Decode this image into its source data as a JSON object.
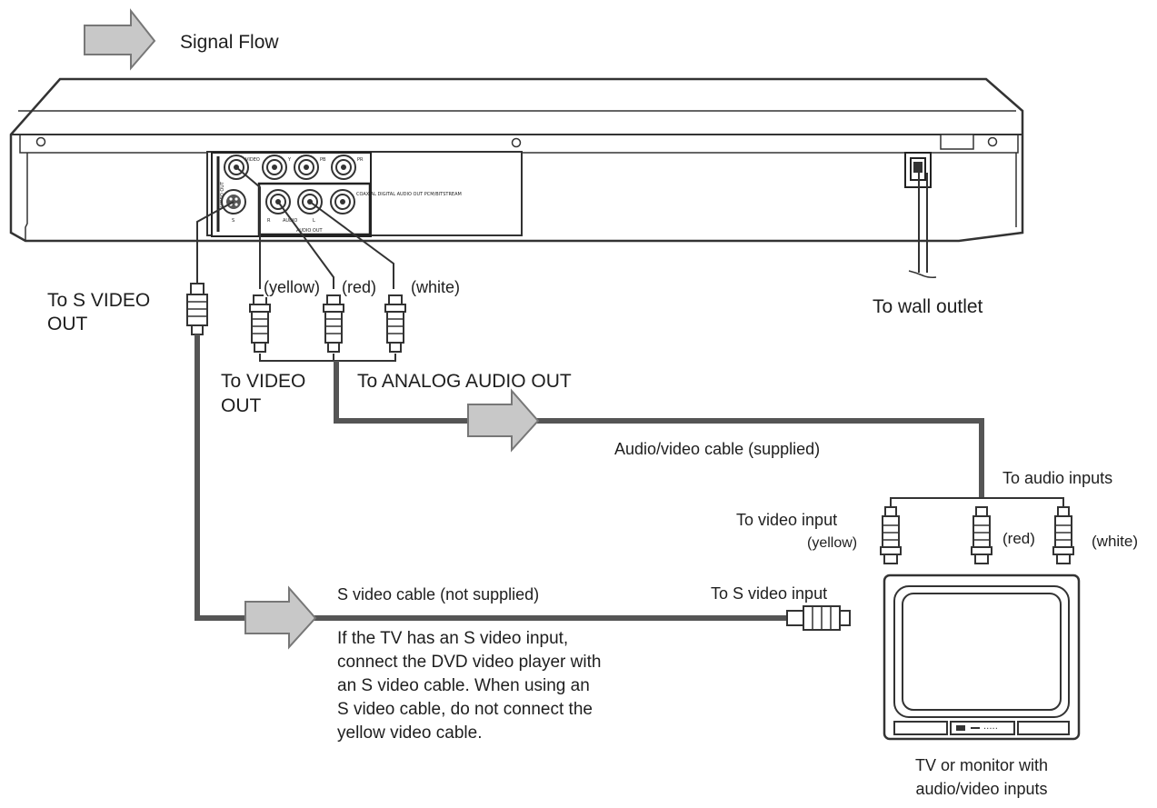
{
  "legend": {
    "arrow_icon": "arrow-right-icon",
    "label": "Signal Flow"
  },
  "player": {
    "video_out": "VIDEO OUT",
    "audio_out": "AUDIO OUT",
    "jack_labels": [
      "VIDEO",
      "Y",
      "PB",
      "PR",
      "R",
      "AUDIO",
      "L",
      "COAXIAL DIGITAL AUDIO OUT PCM/BITSTREAM",
      "S"
    ]
  },
  "labels": {
    "to_s_video_out": [
      "To S VIDEO",
      "OUT"
    ],
    "yellow": "(yellow)",
    "red": "(red)",
    "white": "(white)",
    "to_video_out": [
      "To VIDEO",
      "OUT"
    ],
    "to_analog_audio_out": "To ANALOG AUDIO OUT",
    "to_wall_outlet": "To wall outlet",
    "av_cable": "Audio/video cable (supplied)",
    "to_audio_inputs": "To audio inputs",
    "to_video_input": "To video input",
    "tv_yellow": "(yellow)",
    "tv_red": "(red)",
    "tv_white": "(white)",
    "s_video_cable": "S video cable (not supplied)",
    "to_s_video_input": "To S video input",
    "note": [
      "If the TV has an S video input,",
      "connect the DVD video player with",
      "an S video cable. When using an",
      "S video cable, do not connect the",
      "yellow video cable."
    ],
    "tv_caption": [
      "TV or monitor with",
      "audio/video inputs"
    ]
  },
  "colors": {
    "line": "#333333",
    "arrow_fill": "#c8c8c8",
    "cable": "#555555"
  }
}
